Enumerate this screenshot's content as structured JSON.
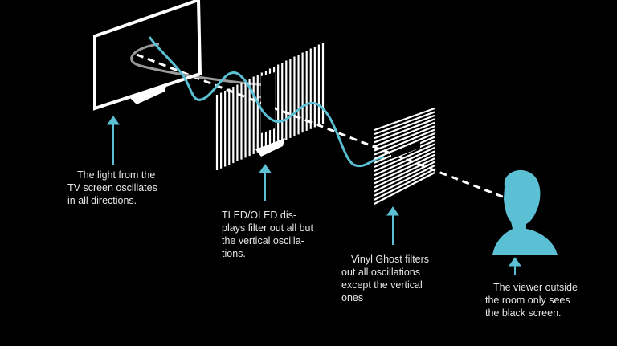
{
  "colors": {
    "background": "#000000",
    "outline": "#ffffff",
    "wave": "#5bc0d3",
    "accent": "#5bc0d3",
    "caption_text": "#e6e6e6"
  },
  "icons": {
    "tv": "tv-outline-icon",
    "filter_panel": "vertical-filter-icon",
    "ghost_filter": "horizontal-filter-icon",
    "viewer": "viewer-silhouette-icon",
    "pointer": "up-arrow-icon"
  },
  "captions": {
    "tv": [
      "The light from the",
      "TV screen oscillates",
      "in all directions."
    ],
    "tled": [
      "TLED/OLED dis-",
      "plays filter out all but",
      "the vertical oscilla-",
      "tions."
    ],
    "ghost": [
      "Vinyl Ghost filters",
      "out all oscillations",
      "except the vertical",
      "ones"
    ],
    "viewer": [
      "The viewer outside",
      "the room only sees",
      "the black screen."
    ]
  }
}
